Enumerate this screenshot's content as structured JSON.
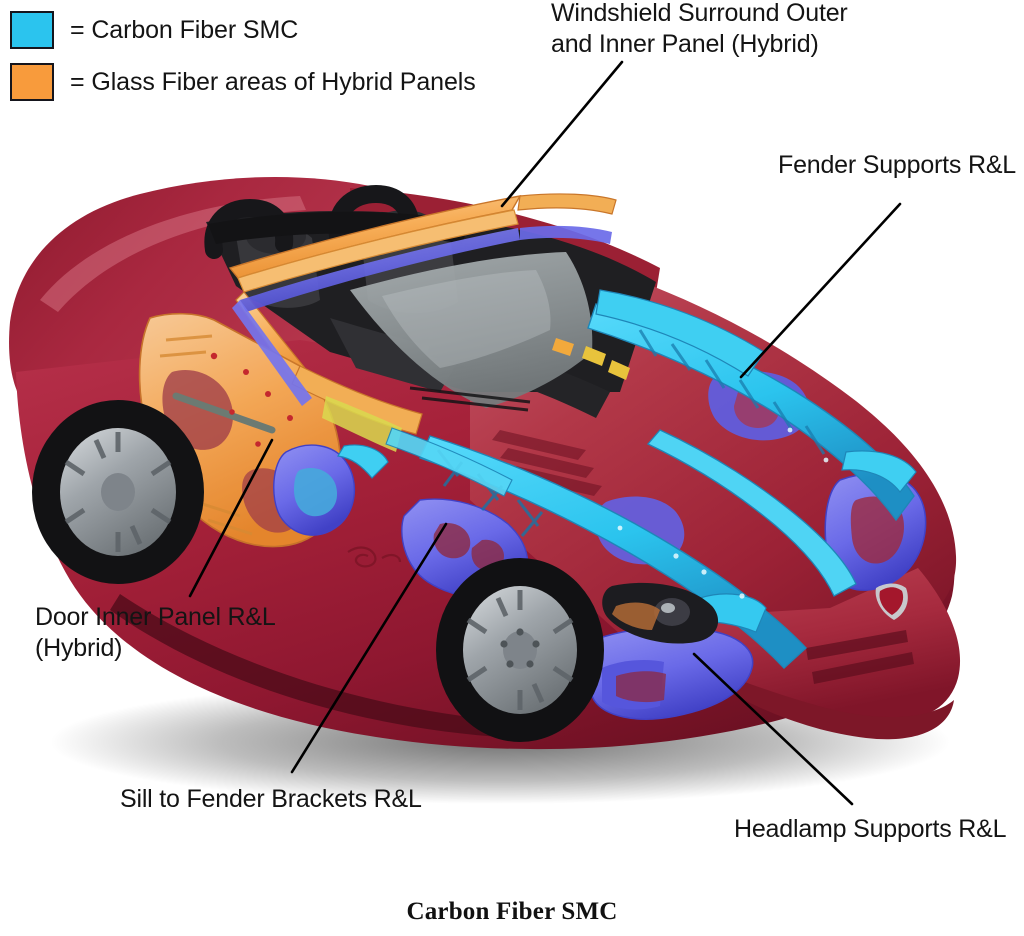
{
  "figure": {
    "caption": "Carbon Fiber SMC",
    "subject": "cutaway illustration of a red convertible sports car showing composite body panel locations"
  },
  "legend": {
    "items": [
      {
        "swatch_color": "#2BC4EE",
        "label": "= Carbon Fiber SMC",
        "name": "carbon-fiber-smc"
      },
      {
        "swatch_color": "#F89B3C",
        "label": "= Glass Fiber areas of Hybrid Panels",
        "name": "glass-fiber-hybrid"
      }
    ]
  },
  "callouts": [
    {
      "id": "windshield",
      "line1": "Windshield Surround Outer",
      "line2": "and Inner Panel (Hybrid)"
    },
    {
      "id": "fender",
      "line1": "Fender Supports R&L",
      "line2": ""
    },
    {
      "id": "door",
      "line1": "Door Inner Panel R&L",
      "line2": "(Hybrid)"
    },
    {
      "id": "sill",
      "line1": "Sill to Fender Brackets R&L",
      "line2": ""
    },
    {
      "id": "headlamp",
      "line1": "Headlamp Supports R&L",
      "line2": ""
    }
  ],
  "colors": {
    "body_red": "#A41F38",
    "body_red_light": "#C0485C",
    "body_red_dark": "#6E1123",
    "carbon_cyan": "#2BC4EE",
    "carbon_cyan_dark": "#1E86B8",
    "glass_orange": "#F89B3C",
    "glass_orange_light": "#F6C07A",
    "hybrid_blue": "#6A6AE8",
    "hybrid_blue_dark": "#4242C8",
    "interior_black": "#262629",
    "glass_grey": "#9AA0A2",
    "wheel_silver": "#A9AFB4",
    "leader_line": "#000000",
    "background": "#FFFFFF"
  }
}
